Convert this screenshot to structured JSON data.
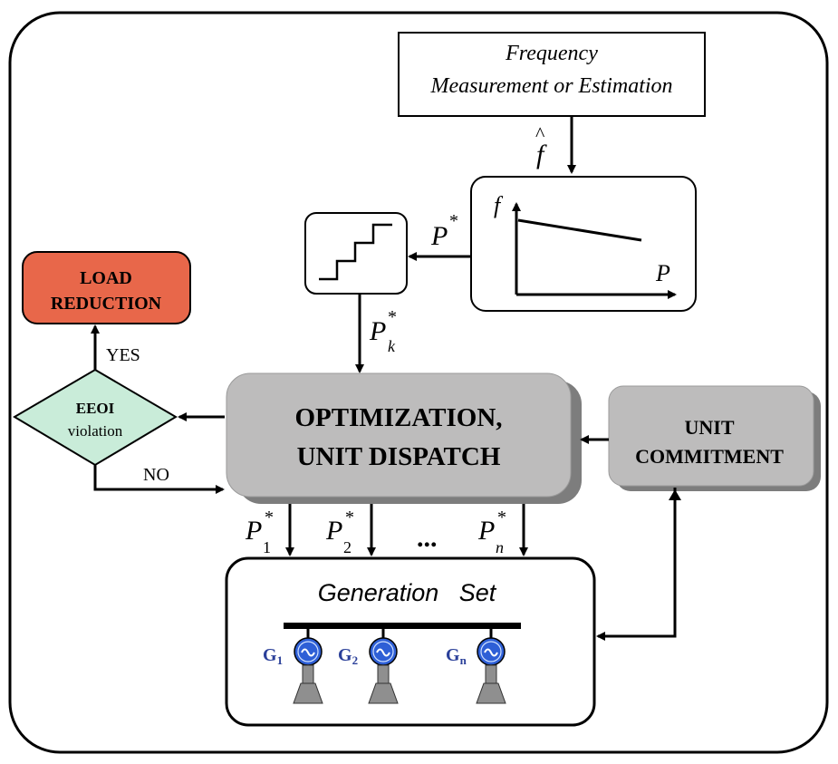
{
  "colors": {
    "load_fill": "#e8674a",
    "decision_fill": "#c9ecd9",
    "block_fill": "#bdbcbc",
    "shadow": "#7d7d7d",
    "generator_blue": "#2e5fd6",
    "generator_base": "#8f8f8f"
  },
  "freq_box": {
    "line1": "Frequency",
    "line2": "Measurement or Estimation"
  },
  "fhat_label": "f",
  "fp_curve": {
    "f_label": "f",
    "p_label": "P"
  },
  "pstar_label": {
    "base": "P",
    "sup": "*"
  },
  "pk_label": {
    "base": "P",
    "sub": "k",
    "sup": "*"
  },
  "load_reduction": {
    "line1": "LOAD",
    "line2": "REDUCTION"
  },
  "decision": {
    "line1": "EEOI",
    "line2": "violation",
    "yes": "YES",
    "no": "NO"
  },
  "optimization": {
    "line1": "OPTIMIZATION,",
    "line2": "UNIT DISPATCH"
  },
  "unit_commitment": {
    "line1": "UNIT",
    "line2": "COMMITMENT"
  },
  "dispatch_outputs": [
    {
      "base": "P",
      "sub": "1",
      "sup": "*"
    },
    {
      "base": "P",
      "sub": "2",
      "sup": "*"
    },
    {
      "base": "P",
      "sub": "n",
      "sup": "*"
    }
  ],
  "ellipsis": "...",
  "generation_set": {
    "title": "Generation   Set",
    "generators": [
      {
        "base": "G",
        "sub": "1"
      },
      {
        "base": "G",
        "sub": "2"
      },
      {
        "base": "G",
        "sub": "n"
      }
    ]
  }
}
